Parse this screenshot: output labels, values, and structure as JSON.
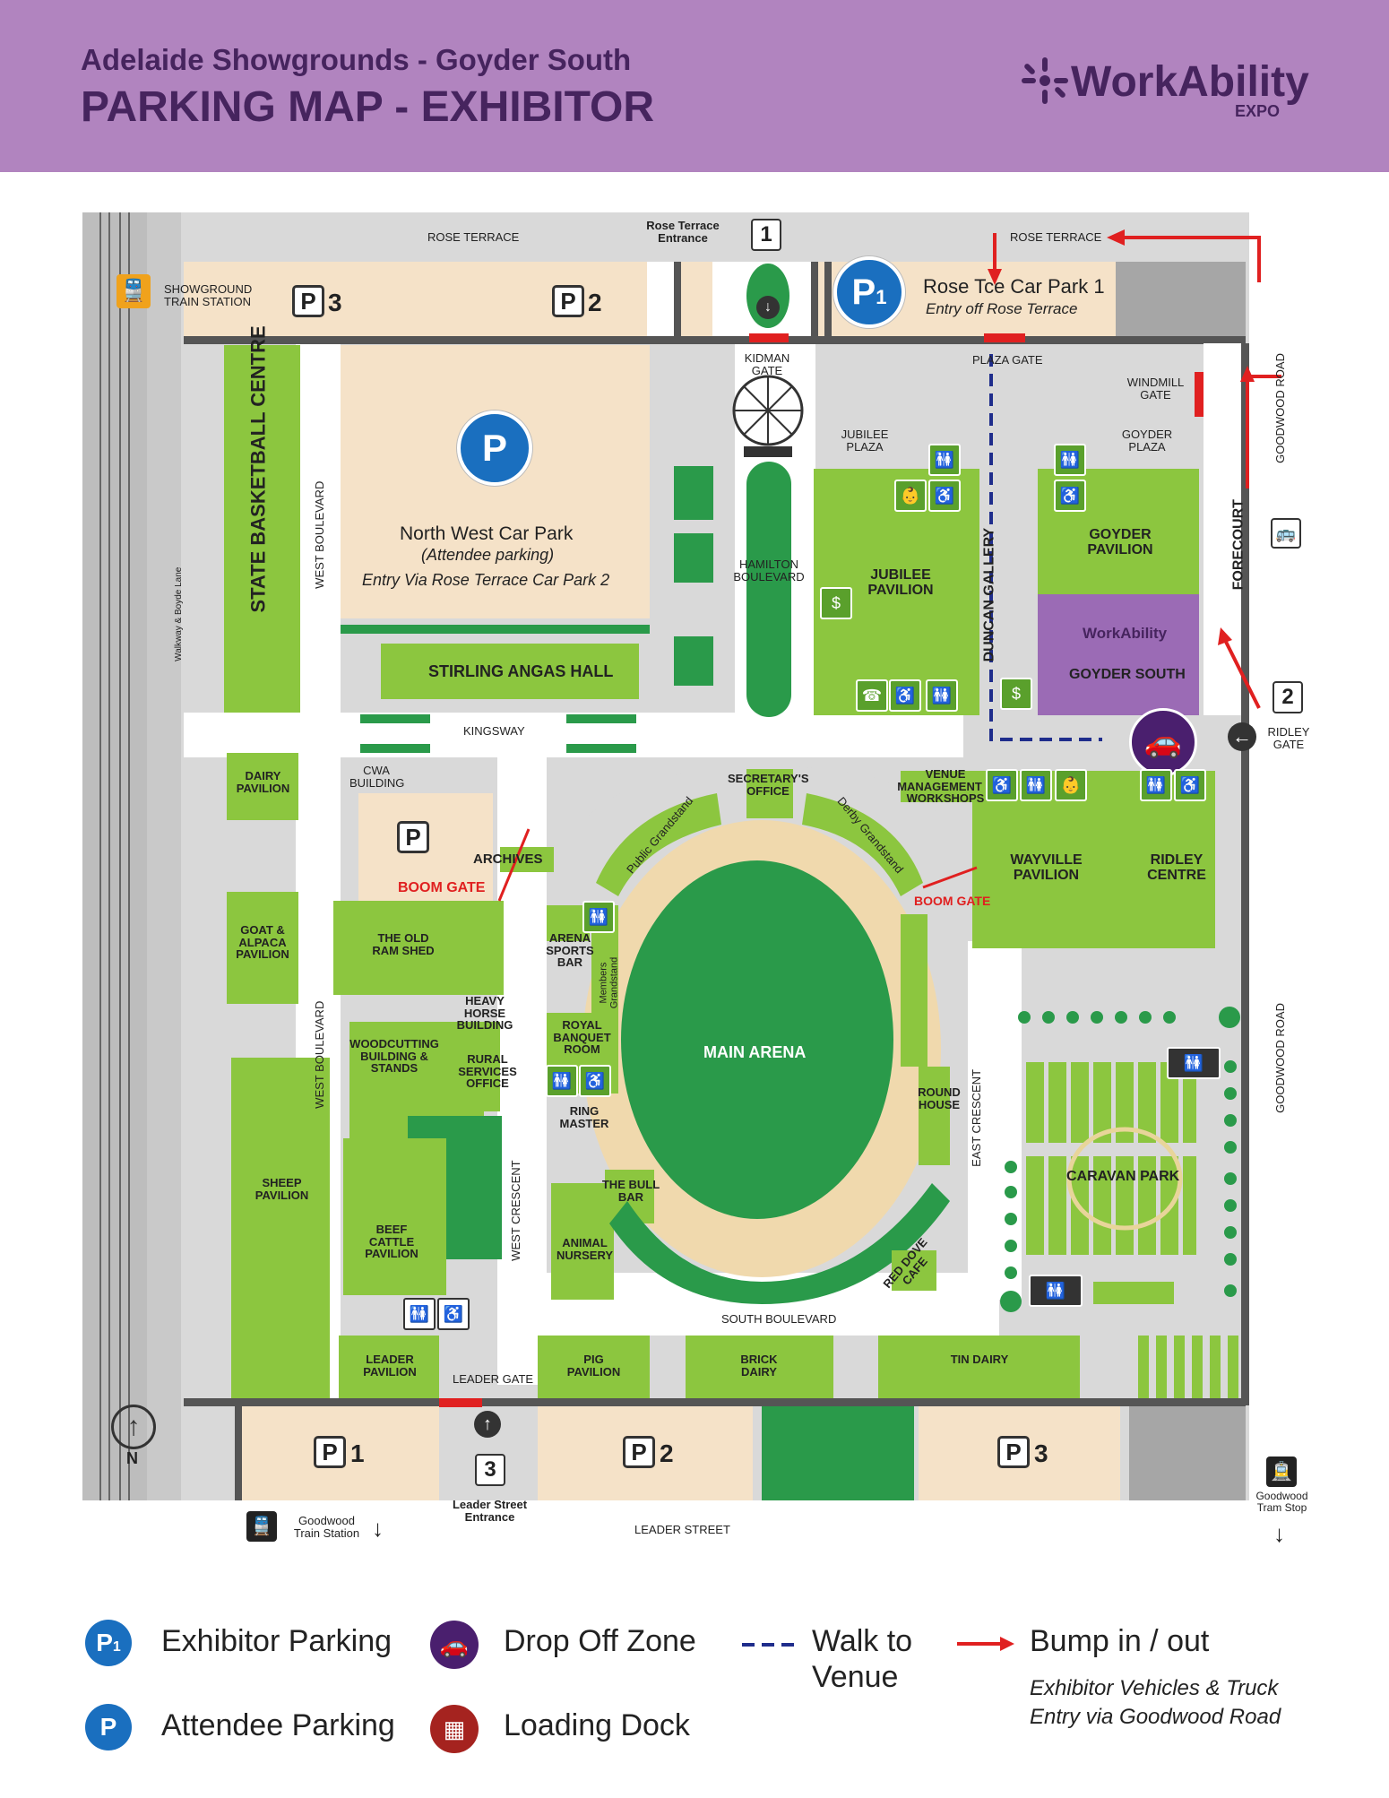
{
  "header": {
    "subtitle": "Adelaide Showgrounds - Goyder South",
    "title": "PARKING MAP - EXHIBITOR",
    "logo_text": "WorkAbility",
    "logo_sub": "EXPO"
  },
  "streets": {
    "rose_terrace_left": "ROSE TERRACE",
    "rose_terrace_right": "ROSE TERRACE",
    "rose_terrace_entrance": "Rose Terrace Entrance",
    "goodwood_road_top": "GOODWOOD ROAD",
    "goodwood_road_bottom": "GOODWOOD ROAD",
    "leader_street": "LEADER STREET",
    "leader_street_entrance": "Leader Street Entrance",
    "walkway": "Walkway & Boyde Lane",
    "west_boulevard_top": "WEST BOULEVARD",
    "west_boulevard_bottom": "WEST BOULEVARD",
    "kingsway": "KINGSWAY",
    "hamilton_boulevard": "HAMILTON BOULEVARD",
    "duncan_gallery": "DUNCAN GALLERY",
    "forecourt": "FORECOURT",
    "south_boulevard": "SOUTH BOULEVARD",
    "west_crescent": "WEST CRESCENT",
    "east_crescent": "EAST CRESCENT"
  },
  "gates": {
    "kidman": "KIDMAN GATE",
    "plaza": "PLAZA GATE",
    "windmill": "WINDMILL GATE",
    "ridley": "RIDLEY GATE",
    "leader": "LEADER GATE",
    "boom_gate_left": "BOOM GATE",
    "boom_gate_right": "BOOM GATE"
  },
  "entrances": {
    "one": "1",
    "two": "2",
    "three": "3"
  },
  "stations": {
    "showground_train": "SHOWGROUND TRAIN STATION",
    "goodwood_train": "Goodwood Train Station",
    "goodwood_tram": "Goodwood Tram Stop"
  },
  "parking": {
    "p1_exhibitor_title": "Rose Tce Car Park 1",
    "p1_exhibitor_sub": "Entry off Rose Terrace",
    "p1_symbol": "P",
    "p1_index": "1",
    "north_west_title": "North West Car Park",
    "north_west_sub1": "(Attendee parking)",
    "north_west_sub2": "Entry Via Rose Terrace Car Park 2",
    "p_symbol": "P",
    "top_p3": "3",
    "top_p2": "2",
    "bottom_p1": "1",
    "bottom_p2": "2",
    "bottom_p3": "3"
  },
  "buildings": {
    "state_basketball": "STATE BASKETBALL CENTRE",
    "stirling_angas": "STIRLING ANGAS HALL",
    "jubilee_plaza": "JUBILEE PLAZA",
    "goyder_plaza": "GOYDER PLAZA",
    "jubilee_pavilion": "JUBILEE PAVILION",
    "goyder_pavilion": "GOYDER PAVILION",
    "goyder_south": "GOYDER SOUTH",
    "goyder_south_logo": "WorkAbility",
    "dairy_pavilion": "DAIRY PAVILION",
    "cwa_building": "CWA BUILDING",
    "archives": "ARCHIVES",
    "secretarys_office": "SECRETARY'S OFFICE",
    "public_grandstand": "Public Grandstand",
    "derby_grandstand": "Derby Grandstand",
    "members_grandstand": "Members Grandstand",
    "venue_management": "VENUE MANAGEMENT & WORKSHOPS",
    "wayville_pavilion": "WAYVILLE PAVILION",
    "ridley_centre": "RIDLEY CENTRE",
    "goat_alpaca": "GOAT & ALPACA PAVILION",
    "old_ram_shed": "THE OLD RAM SHED",
    "arena_sports_bar": "ARENA SPORTS BAR",
    "heavy_horse": "HEAVY HORSE BUILDING",
    "woodcutting": "WOODCUTTING BUILDING & STANDS",
    "rural_services": "RURAL SERVICES OFFICE",
    "royal_banquet": "ROYAL BANQUET ROOM",
    "main_arena": "MAIN ARENA",
    "round_house": "ROUND HOUSE",
    "ring_master": "RING MASTER",
    "sheep_pavilion": "SHEEP PAVILION",
    "beef_cattle": "BEEF CATTLE PAVILION",
    "the_bull_bar": "THE BULL BAR",
    "animal_nursery": "ANIMAL NURSERY",
    "red_dove_cafe": "RED DOVE CAFE",
    "caravan_park": "CARAVAN PARK",
    "leader_pavilion": "LEADER PAVILION",
    "pig_pavilion": "PIG PAVILION",
    "brick_dairy": "BRICK DAIRY",
    "tin_dairy": "TIN DAIRY"
  },
  "compass": {
    "north": "N"
  },
  "legend": {
    "exhibitor_parking": "Exhibitor Parking",
    "attendee_parking": "Attendee Parking",
    "drop_off_zone": "Drop Off Zone",
    "loading_dock": "Loading Dock",
    "walk_to_venue_line1": "Walk to",
    "walk_to_venue_line2": "Venue",
    "bump_in_out": "Bump in / out",
    "bump_sub1": "Exhibitor Vehicles & Truck",
    "bump_sub2": "Entry via Goodwood Road"
  },
  "colors": {
    "header_bg": "#b184bf",
    "header_text": "#46245e",
    "green_light": "#8cc63f",
    "green_dark": "#2a9a4a",
    "tan": "#f5e2c8",
    "grey": "#d9d9d9",
    "road_dark": "#555555",
    "parking_blue": "#1a6fbf",
    "purple": "#9b6bb5",
    "dropoff_purple": "#4a1f6e",
    "loading_red": "#a5231f",
    "walk_blue": "#1f2d8c",
    "bump_red": "#e02020"
  }
}
